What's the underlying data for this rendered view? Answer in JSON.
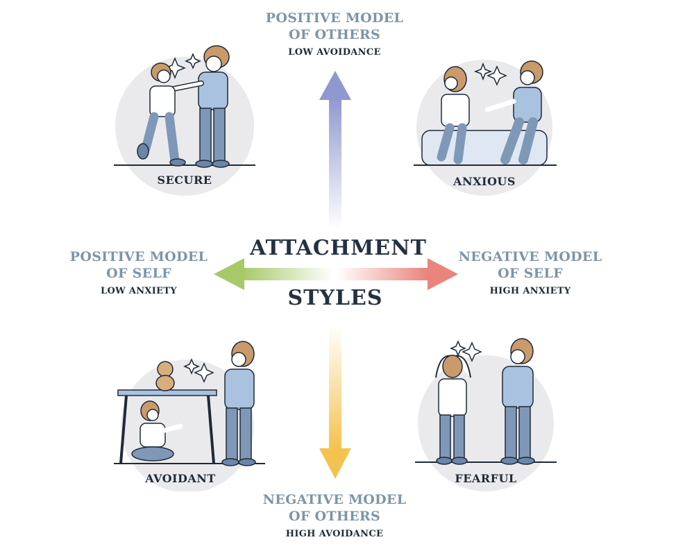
{
  "top": {
    "title_line1": "POSITIVE MODEL",
    "title_line2": "OF OTHERS",
    "subtitle": "LOW AVOIDANCE"
  },
  "bottom": {
    "title_line1": "NEGATIVE MODEL",
    "title_line2": "OF OTHERS",
    "subtitle": "HIGH AVOIDANCE"
  },
  "left": {
    "title_line1": "POSITIVE MODEL",
    "title_line2": "OF SELF",
    "subtitle": "LOW ANXIETY"
  },
  "right": {
    "title_line1": "NEGATIVE MODEL",
    "title_line2": "OF SELF",
    "subtitle": "HIGH ANXIETY"
  },
  "center": {
    "line1": "ATTACHMENT",
    "line2": "STYLES"
  },
  "quadrants": {
    "secure": "SECURE",
    "anxious": "ANXIOUS",
    "avoidant": "AVOIDANT",
    "fearful": "FEARFUL"
  },
  "colors": {
    "axis_text": "#7c95a8",
    "arrow_up": "#8f98cf",
    "arrow_down": "#f4c24f",
    "arrow_left": "#a8c96a",
    "arrow_right": "#e9857c",
    "circle_bg": "#eaeaed",
    "figure_fill": "#a9c2e0",
    "figure_dark": "#6b86a8",
    "hair": "#c99a6a",
    "outline": "#1e2a36"
  }
}
